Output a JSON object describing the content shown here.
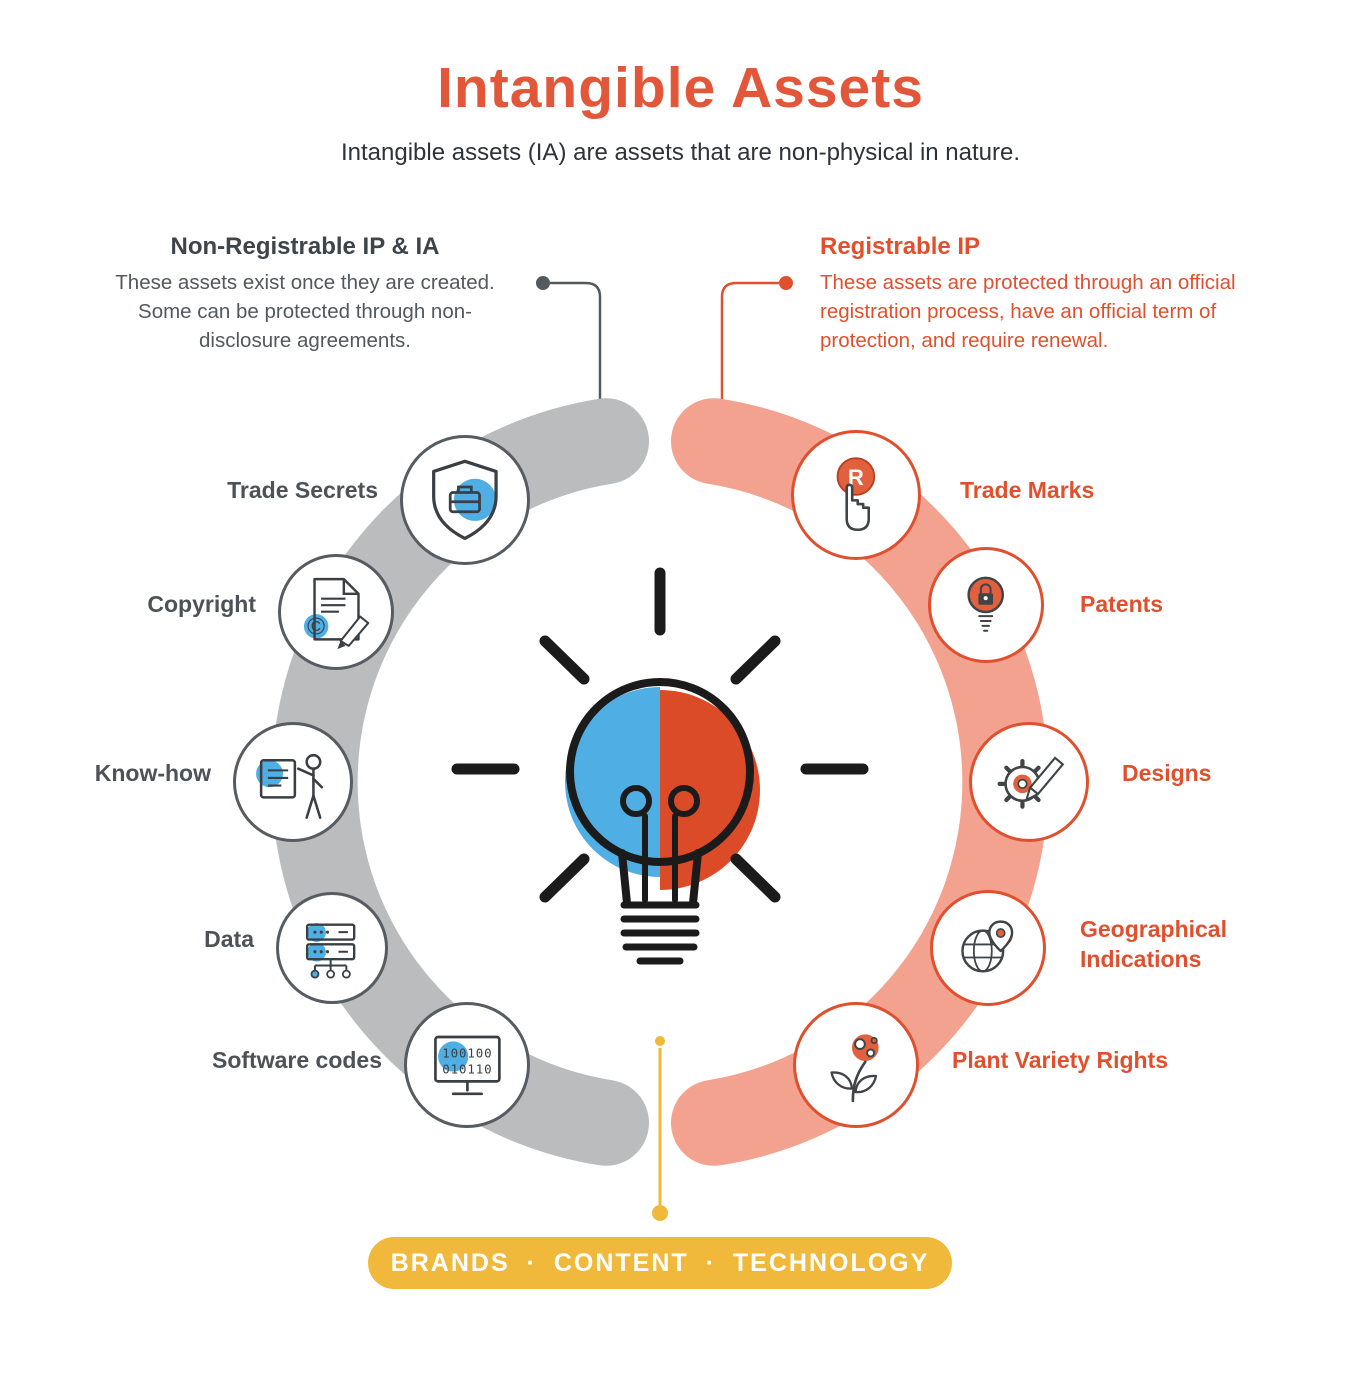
{
  "title": "Intangible Assets",
  "subtitle": "Intangible assets (IA) are assets that are non-physical in nature.",
  "left_group": {
    "heading": "Non-Registrable IP & IA",
    "description": "These assets exist once they are created. Some can be protected through non-disclosure agreements.",
    "items": [
      {
        "label": "Trade Secrets",
        "icon": "shield-briefcase-icon"
      },
      {
        "label": "Copyright",
        "icon": "copyright-document-icon"
      },
      {
        "label": "Know-how",
        "icon": "presenter-icon"
      },
      {
        "label": "Data",
        "icon": "server-data-icon"
      },
      {
        "label": "Software codes",
        "icon": "binary-monitor-icon"
      }
    ]
  },
  "right_group": {
    "heading": "Registrable IP",
    "description": "These assets are protected through an official registration process, have an official term of protection, and require renewal.",
    "items": [
      {
        "label": "Trade Marks",
        "icon": "registered-mark-hand-icon"
      },
      {
        "label": "Patents",
        "icon": "bulb-lock-icon"
      },
      {
        "label": "Designs",
        "icon": "gear-pencil-icon"
      },
      {
        "label": "Geographical Indications",
        "icon": "globe-pin-icon"
      },
      {
        "label": "Plant Variety Rights",
        "icon": "plant-icon"
      }
    ]
  },
  "center": {
    "icon": "half-lightbulb-icon"
  },
  "banner": {
    "label": "BRANDS · CONTENT · TECHNOLOGY"
  },
  "icon_text": {
    "registered_r": "R",
    "copyright_symbol": "©",
    "binary_line1": "100100",
    "binary_line2": "010110"
  },
  "colors": {
    "accent_orange": "#E0502E",
    "salmon_arc": "#F2A28E",
    "gray_arc": "#BABCBE",
    "dark_gray_text": "#4C5257",
    "accent_blue": "#4FAEE3",
    "bulb_red": "#DC4B27",
    "banner_yellow": "#F0B93C"
  }
}
